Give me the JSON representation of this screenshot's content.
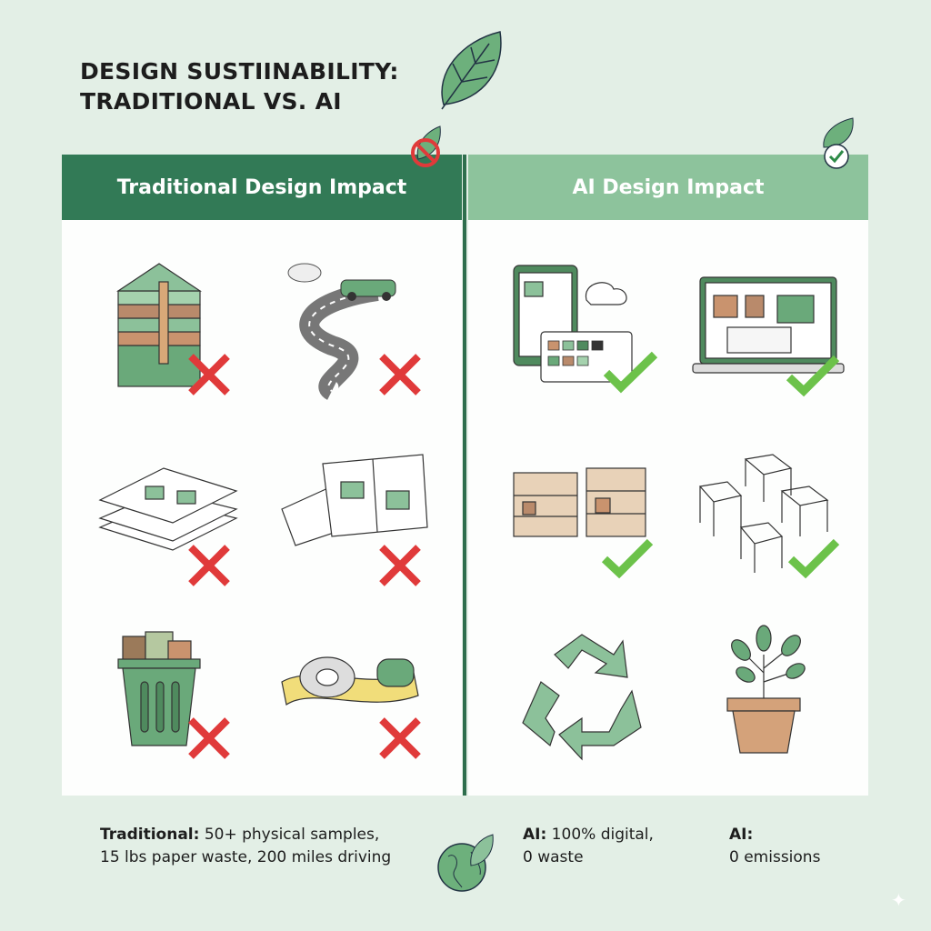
{
  "title": {
    "line1": "DESIGN SUSTIINABILITY:",
    "line2": "TRADITIONAL VS. AI"
  },
  "headers": {
    "traditional": "Traditional Design Impact",
    "ai": "AI Design Impact"
  },
  "footer": {
    "traditional_label": "Traditional:",
    "traditional_line1": " 50+ physical samples,",
    "traditional_line2": "15 lbs paper waste, 200 miles driving",
    "ai1_label": "AI:",
    "ai1_line1": " 100% digital,",
    "ai1_line2": " 0 waste",
    "ai2_label": "AI:",
    "ai2_line2": "0 emissions"
  },
  "colors": {
    "background": "#e3efe6",
    "header_dark": "#327a56",
    "header_light": "#8dc39c",
    "cross": "#e03a3a",
    "check": "#6cc24a"
  }
}
